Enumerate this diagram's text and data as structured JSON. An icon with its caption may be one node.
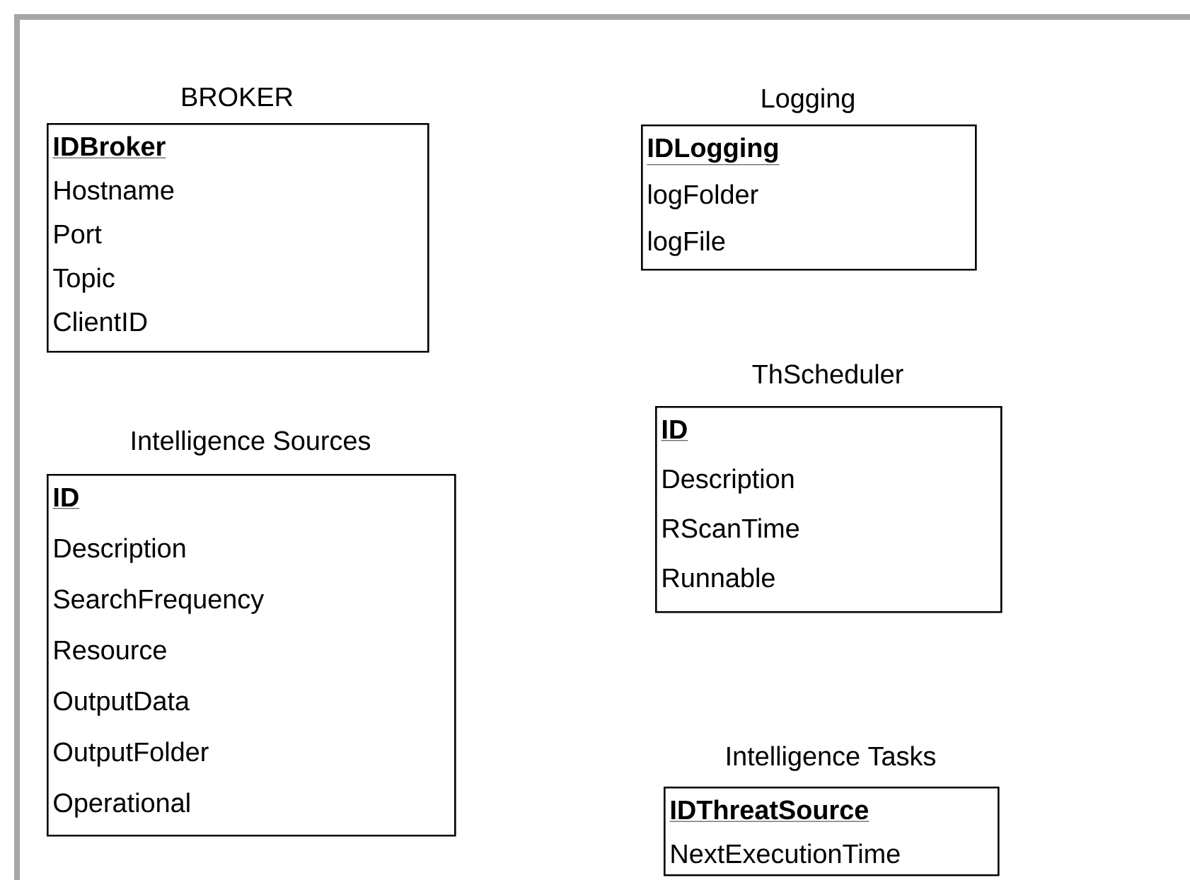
{
  "diagram": {
    "nodes": [
      {
        "text": [
          "BROKER",
          "IDBroker",
          "Hostname",
          "Port",
          "Topic",
          "ClientID"
        ]
      },
      {
        "text": [
          "Logging",
          "IDLogging",
          "logFolder",
          "logFile"
        ]
      },
      {
        "text": [
          "ThScheduler",
          "ID",
          "Description",
          "RScanTime",
          "Runnable"
        ]
      },
      {
        "text": [
          "Intelligence Sources",
          "ID",
          "Description",
          "SearchFrequency",
          "Resource",
          "OutputData",
          "OutputFolder",
          "Operational"
        ]
      },
      {
        "text": [
          "Intelligence Tasks",
          "IDThreatSource",
          "NextExecutionTime"
        ]
      }
    ]
  }
}
